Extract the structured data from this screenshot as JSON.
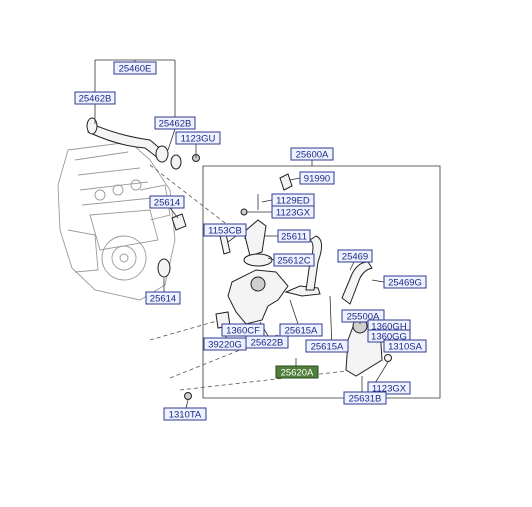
{
  "labels": {
    "l25460e": "25460E",
    "l25462b_left": "25462B",
    "l25462b_right": "25462B",
    "l1123gu": "1123GU",
    "l25600a": "25600A",
    "l91990": "91990",
    "l1129ed": "1129ED",
    "l1123gx_top": "1123GX",
    "l25614_top": "25614",
    "l1153cb": "1153CB",
    "l25611": "25611",
    "l25612c": "25612C",
    "l25469": "25469",
    "l25469g": "25469G",
    "l25614_bottom": "25614",
    "l25500a": "25500A",
    "l1360gh": "1360GH",
    "l1360gg": "1360GG",
    "l1360cf": "1360CF",
    "l25615a_left": "25615A",
    "l39220g": "39220G",
    "l25622b": "25622B",
    "l25615a_right": "25615A",
    "l1310sa": "1310SA",
    "l25620a": "25620A",
    "l1123gx_bottom": "1123GX",
    "l25631b": "25631B",
    "l1310ta": "1310TA"
  },
  "colors": {
    "label_fill": "#eef1ff",
    "label_border": "#2f3b8f",
    "label_text": "#1b2a86",
    "highlight_fill": "#4f7f3a"
  }
}
